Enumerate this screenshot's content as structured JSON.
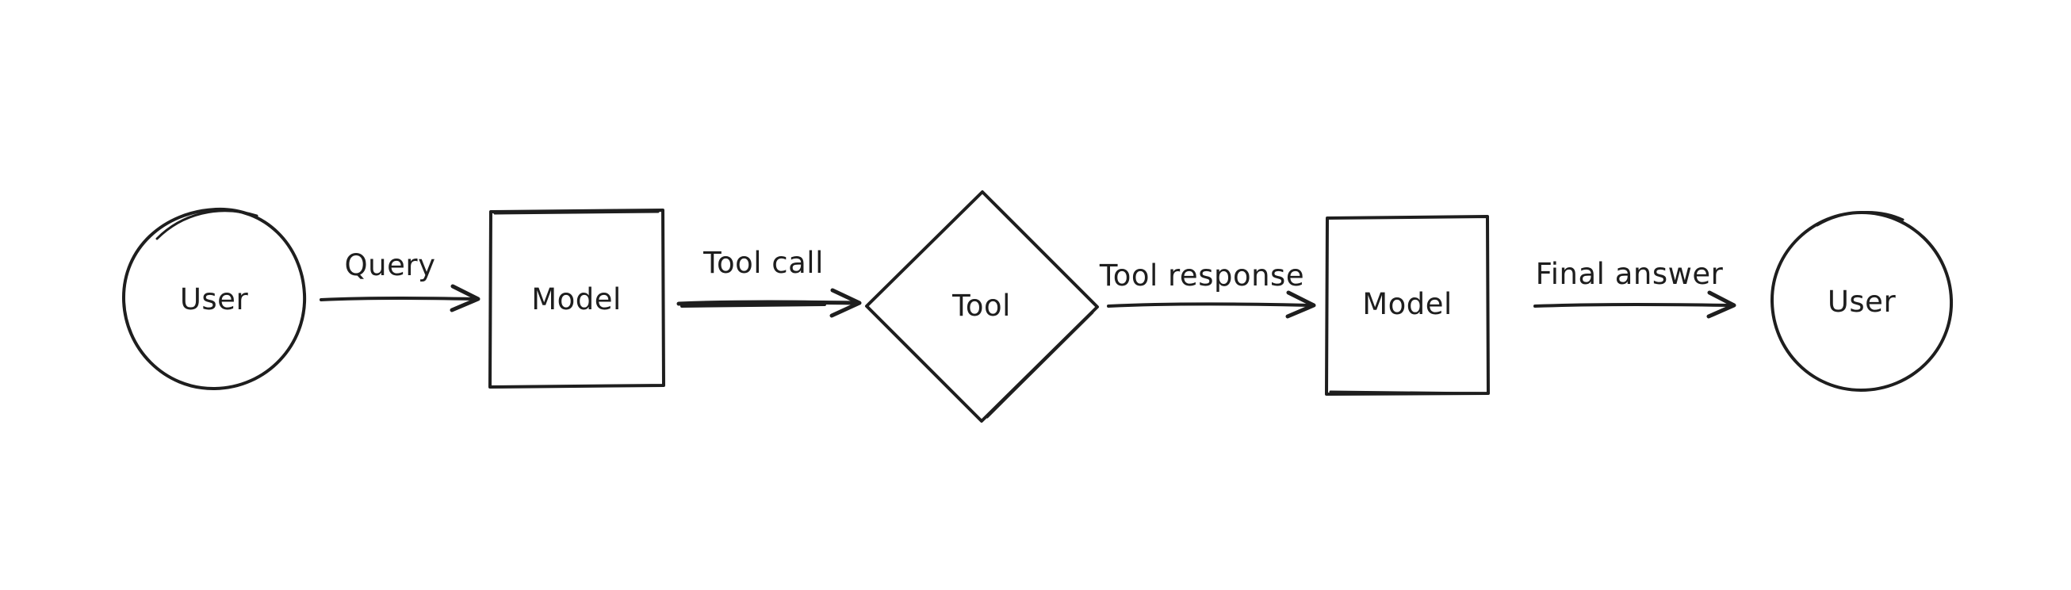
{
  "canvas": {
    "background_color": "#ffffff",
    "stroke_color": "#1e1e1e",
    "style": "hand-drawn whiteboard sketch"
  },
  "diagram": {
    "type": "flowchart",
    "direction": "left-to-right",
    "nodes": [
      {
        "id": "user-start",
        "shape": "circle",
        "label": "User"
      },
      {
        "id": "model-1",
        "shape": "rectangle",
        "label": "Model"
      },
      {
        "id": "tool",
        "shape": "diamond",
        "label": "Tool"
      },
      {
        "id": "model-2",
        "shape": "rectangle",
        "label": "Model"
      },
      {
        "id": "user-end",
        "shape": "circle",
        "label": "User"
      }
    ],
    "edges": [
      {
        "from": "user-start",
        "to": "model-1",
        "label": "Query"
      },
      {
        "from": "model-1",
        "to": "tool",
        "label": "Tool call"
      },
      {
        "from": "tool",
        "to": "model-2",
        "label": "Tool response"
      },
      {
        "from": "model-2",
        "to": "user-end",
        "label": "Final answer"
      }
    ]
  }
}
